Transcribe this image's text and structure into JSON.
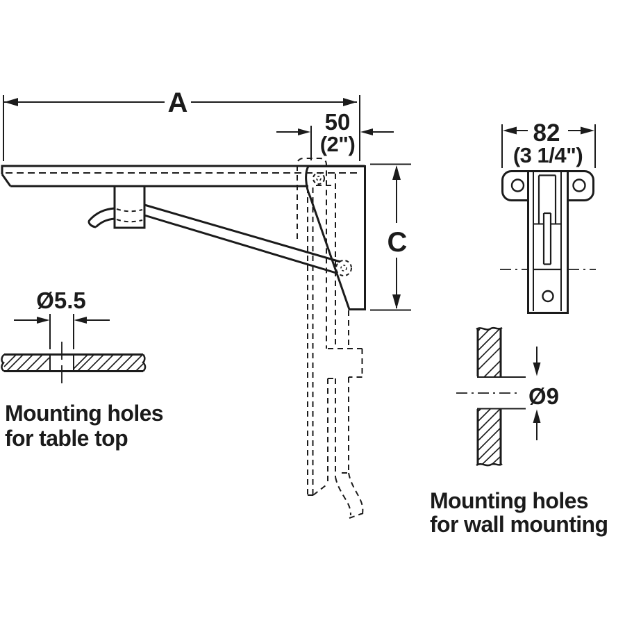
{
  "drawing": {
    "kind": "folding table bracket technical drawing",
    "ink_color": "#1b1b1b",
    "background_color": "#ffffff"
  },
  "side_view": {
    "dim_length_label": "A",
    "dim_depth_value": "50",
    "dim_depth_inch": "(2\")",
    "dim_height_label": "C"
  },
  "table_top_detail": {
    "dim_diameter": "Ø5.5",
    "caption_line1": "Mounting holes",
    "caption_line2": "for table top"
  },
  "wall_plate_view": {
    "dim_width_value": "82",
    "dim_width_inch": "(3 1/4\")"
  },
  "wall_detail": {
    "dim_diameter": "Ø9",
    "caption_line1": "Mounting holes",
    "caption_line2": "for wall mounting"
  }
}
